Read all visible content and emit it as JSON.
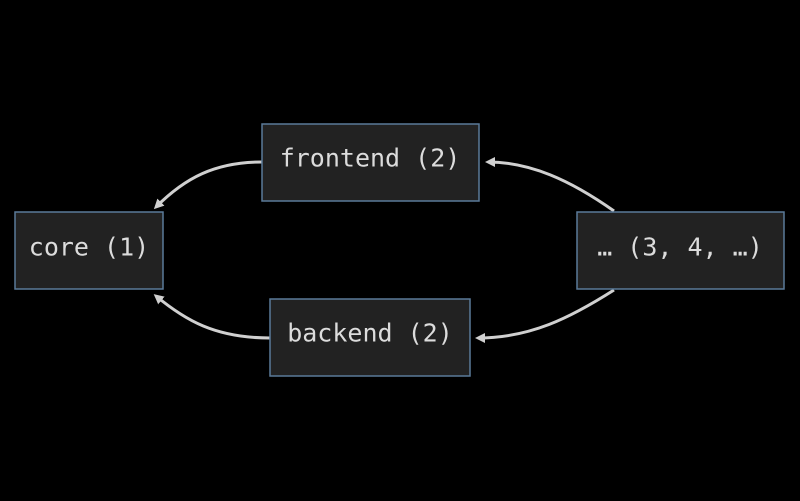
{
  "diagram": {
    "nodes": {
      "core": {
        "label": "core (1)"
      },
      "frontend": {
        "label": "frontend (2)"
      },
      "backend": {
        "label": "backend (2)"
      },
      "rest": {
        "label": "… (3, 4, …)"
      }
    },
    "edges": [
      {
        "from": "frontend",
        "to": "core"
      },
      {
        "from": "backend",
        "to": "core"
      },
      {
        "from": "rest",
        "to": "frontend"
      },
      {
        "from": "rest",
        "to": "backend"
      }
    ],
    "colors": {
      "background": "#000000",
      "node_fill": "#222222",
      "node_border": "#5b7a99",
      "edge": "#d0d0d0",
      "text": "#dcdcdc"
    }
  }
}
